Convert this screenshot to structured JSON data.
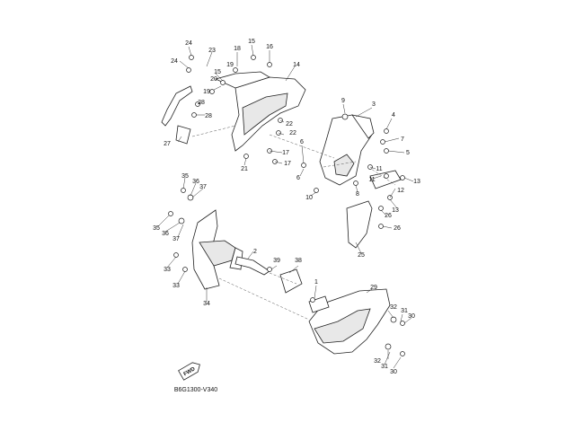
{
  "diagram_code": "B6G1300-V340",
  "fwd_label": "FWD",
  "callouts": [
    "1",
    "2",
    "3",
    "4",
    "5",
    "6",
    "7",
    "8",
    "9",
    "10",
    "11",
    "12",
    "13",
    "14",
    "15",
    "16",
    "17",
    "18",
    "19",
    "20",
    "21",
    "22",
    "23",
    "24",
    "25",
    "26",
    "27",
    "28",
    "29",
    "30",
    "31",
    "32",
    "33",
    "34",
    "35",
    "36",
    "37",
    "38",
    "39"
  ]
}
